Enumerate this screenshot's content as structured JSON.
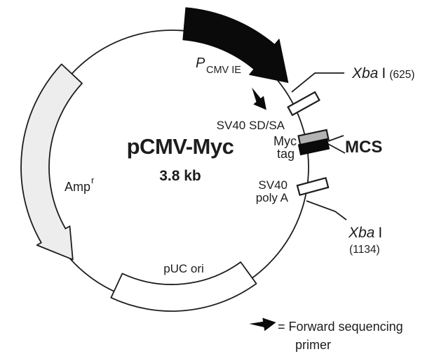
{
  "plasmid": {
    "name": "pCMV-Myc",
    "size_label": "3.8 kb",
    "promoter": {
      "symbol": "P",
      "subscript": "CMV IE"
    },
    "features": {
      "sd_sa": "SV40 SD/SA",
      "myc_tag": {
        "line1": "Myc",
        "line2": "tag"
      },
      "mcs": "MCS",
      "poly_a": {
        "line1": "SV40",
        "line2": "poly A"
      },
      "amp": {
        "text": "Amp",
        "superscript": "r"
      },
      "puc_ori": "pUC ori"
    },
    "restriction_sites": {
      "xba_625": {
        "enzyme": "Xba",
        "numeral": "I",
        "position": "(625)"
      },
      "xba_1134": {
        "enzyme": "Xba",
        "numeral": "I",
        "position": "(1134)"
      }
    }
  },
  "legend": {
    "line1": "= Forward sequencing",
    "line2": "primer"
  },
  "colors": {
    "ink": "#1d1d1d",
    "feature_black": "#0a0a0a",
    "amp_fill": "#ededed",
    "myc_tag_gray": "#b3b3b3",
    "box_white": "#ffffff"
  }
}
